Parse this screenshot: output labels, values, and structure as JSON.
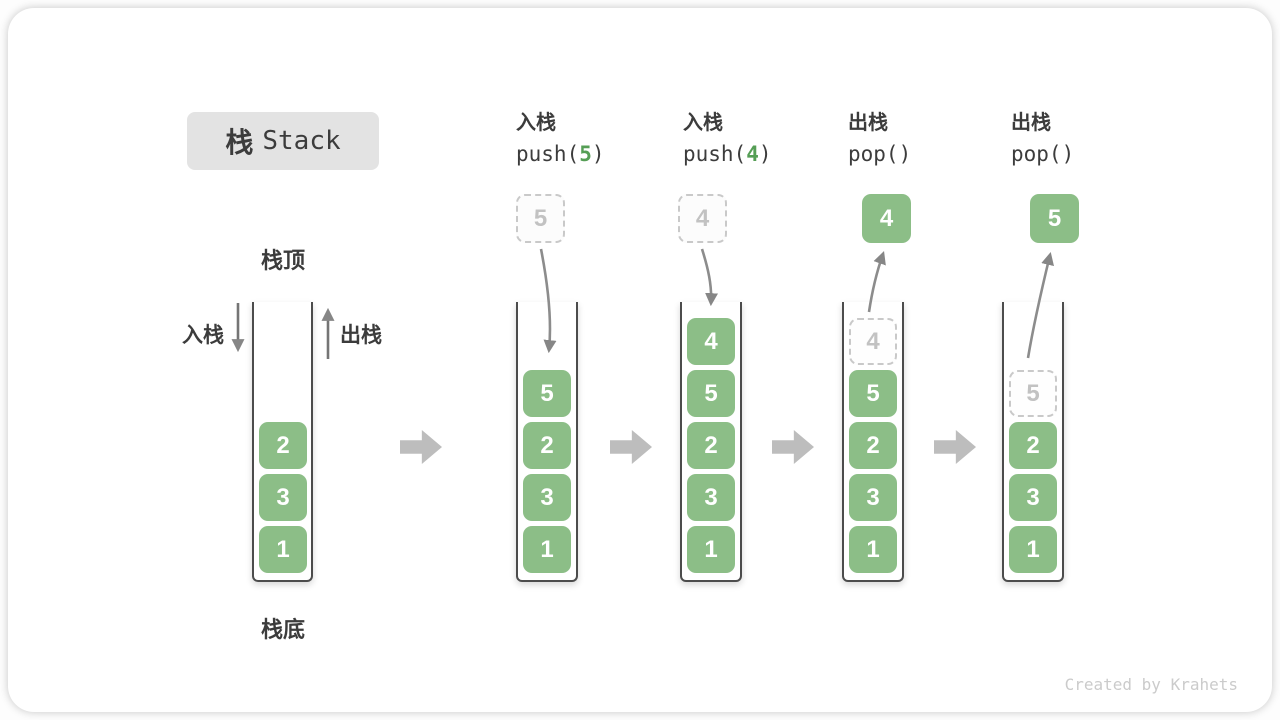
{
  "title": {
    "zh": "栈",
    "en": "Stack"
  },
  "side_labels": {
    "top": "栈顶",
    "bottom": "栈底",
    "push": "入栈",
    "pop": "出栈"
  },
  "columns": [
    {
      "op": "入栈",
      "code_pre": "push(",
      "code_arg": "5",
      "code_post": ")"
    },
    {
      "op": "入栈",
      "code_pre": "push(",
      "code_arg": "4",
      "code_post": ")"
    },
    {
      "op": "出栈",
      "code_pre": "pop(",
      "code_arg": "",
      "code_post": ")"
    },
    {
      "op": "出栈",
      "code_pre": "pop(",
      "code_arg": "",
      "code_post": ")"
    }
  ],
  "floating_cells": [
    {
      "value": "5",
      "style": "dashed"
    },
    {
      "value": "4",
      "style": "dashed"
    },
    {
      "value": "4",
      "style": "solid"
    },
    {
      "value": "5",
      "style": "solid"
    }
  ],
  "stacks": [
    {
      "items": [
        {
          "value": "2"
        },
        {
          "value": "3"
        },
        {
          "value": "1"
        }
      ]
    },
    {
      "items": [
        {
          "value": "5"
        },
        {
          "value": "2"
        },
        {
          "value": "3"
        },
        {
          "value": "1"
        }
      ]
    },
    {
      "items": [
        {
          "value": "4"
        },
        {
          "value": "5"
        },
        {
          "value": "2"
        },
        {
          "value": "3"
        },
        {
          "value": "1"
        }
      ]
    },
    {
      "items": [
        {
          "value": "4",
          "ghost": true
        },
        {
          "value": "5"
        },
        {
          "value": "2"
        },
        {
          "value": "3"
        },
        {
          "value": "1"
        }
      ]
    },
    {
      "items": [
        {
          "value": "5",
          "ghost": true
        },
        {
          "value": "2"
        },
        {
          "value": "3"
        },
        {
          "value": "1"
        }
      ]
    }
  ],
  "watermark": "Created by Krahets",
  "colors": {
    "cell_green": "#8CBE87",
    "code_arg_green": "#559E55",
    "block_arrow_gray": "#BDBDBD",
    "line_arrow_gray": "#868686",
    "ghost_gray": "#C2C2C2",
    "text_dark": "#3C3C3C",
    "title_bg": "#E3E3E3",
    "watermark_gray": "#CBCBCB"
  }
}
